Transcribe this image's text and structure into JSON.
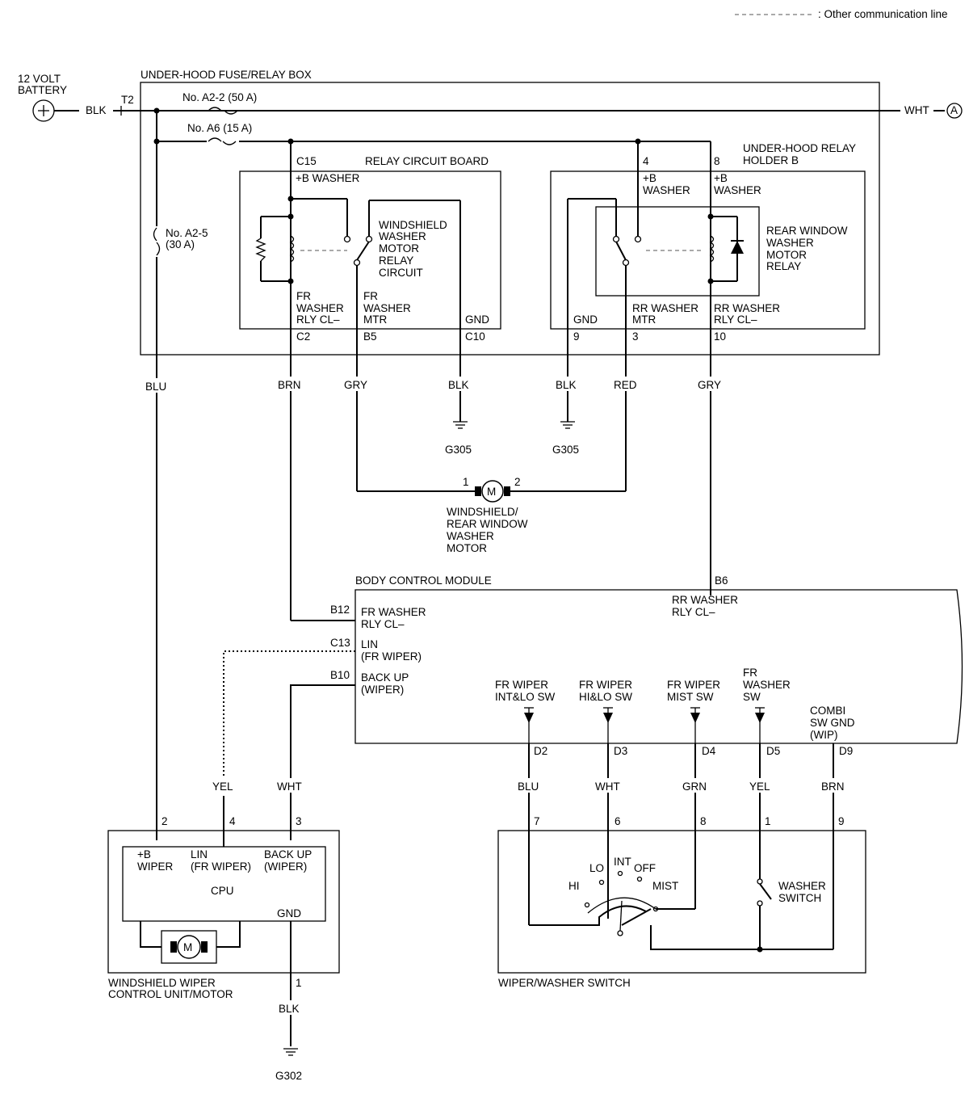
{
  "legend": {
    "text": ": Other communication line"
  },
  "battery": {
    "line1": "12 VOLT",
    "line2": "BATTERY"
  },
  "wires": {
    "blk": "BLK",
    "wht": "WHT",
    "blu": "BLU",
    "brn": "BRN",
    "gry": "GRY",
    "red": "RED",
    "yel": "YEL",
    "grn": "GRN"
  },
  "connector_a": "A",
  "fuse_box": {
    "title": "UNDER-HOOD FUSE/RELAY BOX",
    "t2": "T2",
    "fuse_a22": "No. A2-2 (50 A)",
    "fuse_a6": "No. A6 (15 A)",
    "fuse_a25_line1": "No. A2-5",
    "fuse_a25_line2": "(30 A)"
  },
  "relay_board": {
    "title": "RELAY CIRCUIT BOARD",
    "c15": "C15",
    "b_washer": "+B WASHER",
    "relay_label": [
      "WINDSHIELD",
      "WASHER",
      "MOTOR",
      "RELAY",
      "CIRCUIT"
    ],
    "fr_rly_cl": [
      "FR",
      "WASHER",
      "RLY CL–"
    ],
    "fr_mtr": [
      "FR",
      "WASHER",
      "MTR"
    ],
    "gnd": "GND",
    "c2": "C2",
    "b5": "B5",
    "c10": "C10"
  },
  "relay_holder": {
    "title_line1": "UNDER-HOOD RELAY",
    "title_line2": "HOLDER B",
    "pin4": "4",
    "pin8": "8",
    "b_washer_a": [
      "+B",
      "WASHER"
    ],
    "b_washer_b": [
      "+B",
      "WASHER"
    ],
    "relay_label": [
      "REAR WINDOW",
      "WASHER",
      "MOTOR",
      "RELAY"
    ],
    "gnd": "GND",
    "rr_mtr": [
      "RR WASHER",
      "MTR"
    ],
    "rr_rly_cl": [
      "RR WASHER",
      "RLY CL–"
    ],
    "pin9": "9",
    "pin3": "3",
    "pin10": "10"
  },
  "grounds": {
    "g305a": "G305",
    "g305b": "G305",
    "g302": "G302"
  },
  "washer_motor": {
    "symbol": "M",
    "pin1": "1",
    "pin2": "2",
    "label": [
      "WINDSHIELD/",
      "REAR WINDOW",
      "WASHER",
      "MOTOR"
    ]
  },
  "bcm": {
    "title": "BODY CONTROL MODULE",
    "b6": "B6",
    "rr_rly_cl": [
      "RR WASHER",
      "RLY CL–"
    ],
    "b12": "B12",
    "fr_rly_cl": [
      "FR WASHER",
      "RLY CL–"
    ],
    "c13": "C13",
    "lin": [
      "LIN",
      "(FR WIPER)"
    ],
    "b10": "B10",
    "backup": [
      "BACK UP",
      "(WIPER)"
    ],
    "inputs": [
      {
        "label": [
          "FR WIPER",
          "INT&LO SW"
        ],
        "pin": "D2"
      },
      {
        "label": [
          "FR WIPER",
          "HI&LO SW"
        ],
        "pin": "D3"
      },
      {
        "label": [
          "FR WIPER",
          "MIST SW"
        ],
        "pin": "D4"
      },
      {
        "label": [
          "FR",
          "WASHER",
          "SW"
        ],
        "pin": "D5"
      }
    ],
    "combi_gnd": [
      "COMBI",
      "SW GND",
      "(WIP)"
    ],
    "d9": "D9"
  },
  "wiper_unit": {
    "title": [
      "WINDSHIELD WIPER",
      "CONTROL UNIT/MOTOR"
    ],
    "pin2": "2",
    "pin4": "4",
    "pin3": "3",
    "pin1": "1",
    "b_wiper": [
      "+B",
      "WIPER"
    ],
    "lin": [
      "LIN",
      "(FR WIPER)"
    ],
    "backup": [
      "BACK UP",
      "(WIPER)"
    ],
    "cpu": "CPU",
    "gnd": "GND",
    "motor": "M"
  },
  "switch": {
    "title": "WIPER/WASHER SWITCH",
    "pins": [
      "7",
      "6",
      "8",
      "1",
      "9"
    ],
    "hi": "HI",
    "lo": "LO",
    "int": "INT",
    "off": "OFF",
    "mist": "MIST",
    "washer": [
      "WASHER",
      "SWITCH"
    ]
  }
}
